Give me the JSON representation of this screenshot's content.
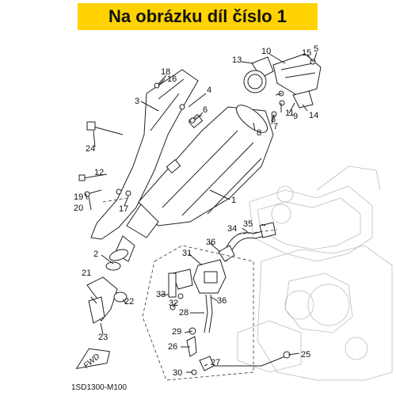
{
  "header": {
    "title": "Na obrázku díl číslo 1",
    "bg_color": "#ffd200"
  },
  "footer": {
    "diagram_code": "1SD1300-M100"
  },
  "fwd_label": "FWD",
  "callouts": {
    "n1": "1",
    "n2": "2",
    "n3": "3",
    "n4": "4",
    "n5": "5",
    "n6": "6",
    "n7": "7",
    "n8a": "8",
    "n8b": "8",
    "n9": "9",
    "n10": "10",
    "n11": "11",
    "n12": "12",
    "n13": "13",
    "n14": "14",
    "n15": "15",
    "n16": "16",
    "n17": "17",
    "n18": "18",
    "n19": "19",
    "n20": "20",
    "n21": "21",
    "n22": "22",
    "n23": "23",
    "n24": "24",
    "n25": "25",
    "n26": "26",
    "n27": "27",
    "n28": "28",
    "n29": "29",
    "n30": "30",
    "n31": "31",
    "n32": "32",
    "n33": "33",
    "n34": "34",
    "n35": "35",
    "n36a": "36",
    "n36b": "36"
  }
}
